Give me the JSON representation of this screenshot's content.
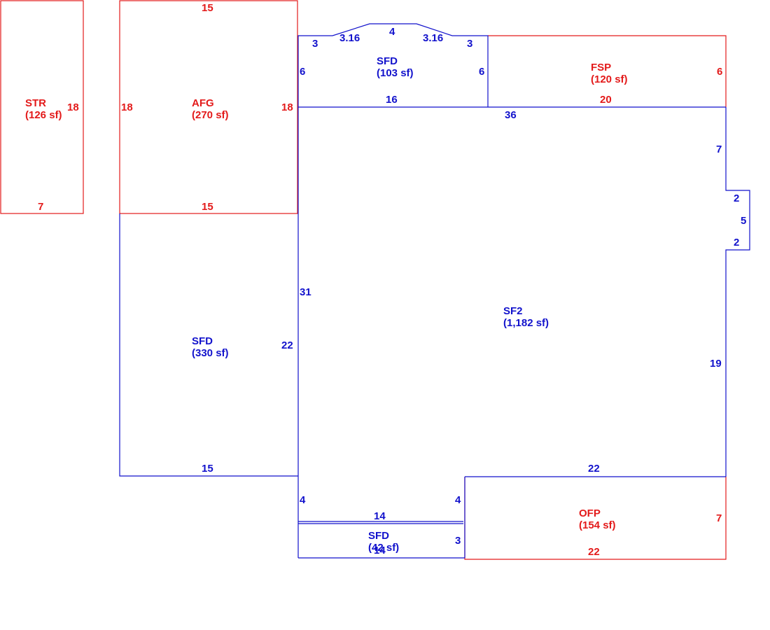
{
  "areas": {
    "str": {
      "code": "STR",
      "area": "(126 sf)"
    },
    "afg": {
      "code": "AFG",
      "area": "(270 sf)"
    },
    "sfd_top": {
      "code": "SFD",
      "area": "(103 sf)"
    },
    "fsp": {
      "code": "FSP",
      "area": "(120 sf)"
    },
    "sfd_left": {
      "code": "SFD",
      "area": "(330 sf)"
    },
    "sf2": {
      "code": "SF2",
      "area": "(1,182 sf)"
    },
    "ofp": {
      "code": "OFP",
      "area": "(154 sf)"
    },
    "sfd_bottom": {
      "code": "SFD",
      "area": "(42 sf)"
    }
  },
  "dims": {
    "str_right": "18",
    "str_bottom": "7",
    "afg_top": "15",
    "afg_left": "18",
    "afg_right": "18",
    "afg_bottom": "15",
    "sfdt_left_short": "3",
    "sfdt_left_slope": "3.16",
    "sfdt_top": "4",
    "sfdt_right_slope": "3.16",
    "sfdt_right_short": "3",
    "sfdt_left_side": "6",
    "sfdt_right_side": "6",
    "sfdt_bottom": "16",
    "fsp_right": "6",
    "fsp_bottom": "20",
    "sf2_top": "36",
    "sf2_right_upper": "7",
    "bump_top": "2",
    "bump_side": "5",
    "bump_bottom": "2",
    "sf2_left": "31",
    "sf2_right_lower": "19",
    "sfdl_right": "22",
    "sfdl_bottom": "15",
    "sf2_bottom_right": "22",
    "sf2_left_lower": "4",
    "sf2_step": "4",
    "sf2_bottom_left": "14",
    "ofp_right": "7",
    "ofp_bottom": "22",
    "sfdb_right": "3",
    "sfdb_bottom": "14"
  }
}
